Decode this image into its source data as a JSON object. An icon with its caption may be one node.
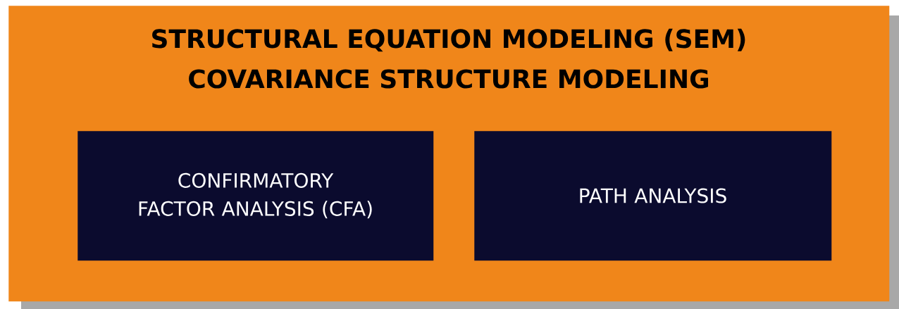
{
  "diagram": {
    "nodes": [
      {
        "text": [
          "STRUCTURAL EQUATION MODELING (SEM)",
          "COVARIANCE STRUCTURE MODELING"
        ]
      },
      {
        "text": [
          "CONFIRMATORY FACTOR ANALYSIS (CFA)"
        ],
        "in": 0
      },
      {
        "text": [
          "PATH ANALYSIS"
        ],
        "in": 0
      }
    ]
  }
}
